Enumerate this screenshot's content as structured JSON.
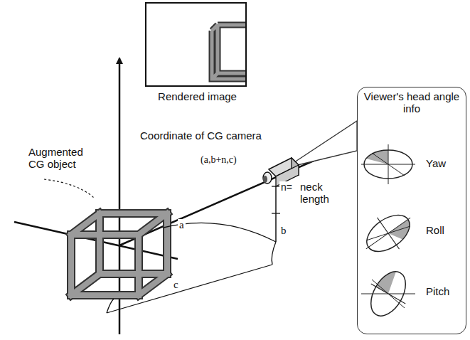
{
  "diagram": {
    "nodes": [
      {
        "text": [
          "Rendered image"
        ]
      },
      {
        "text": [
          "Viewer's head angle info",
          "Yaw",
          "Roll",
          "Pitch"
        ]
      }
    ],
    "labels": [
      "Augmented CG object",
      "Coordinate of CG camera",
      "(a,b+n,c)",
      "n=",
      "neck length",
      "a",
      "b",
      "c"
    ]
  }
}
